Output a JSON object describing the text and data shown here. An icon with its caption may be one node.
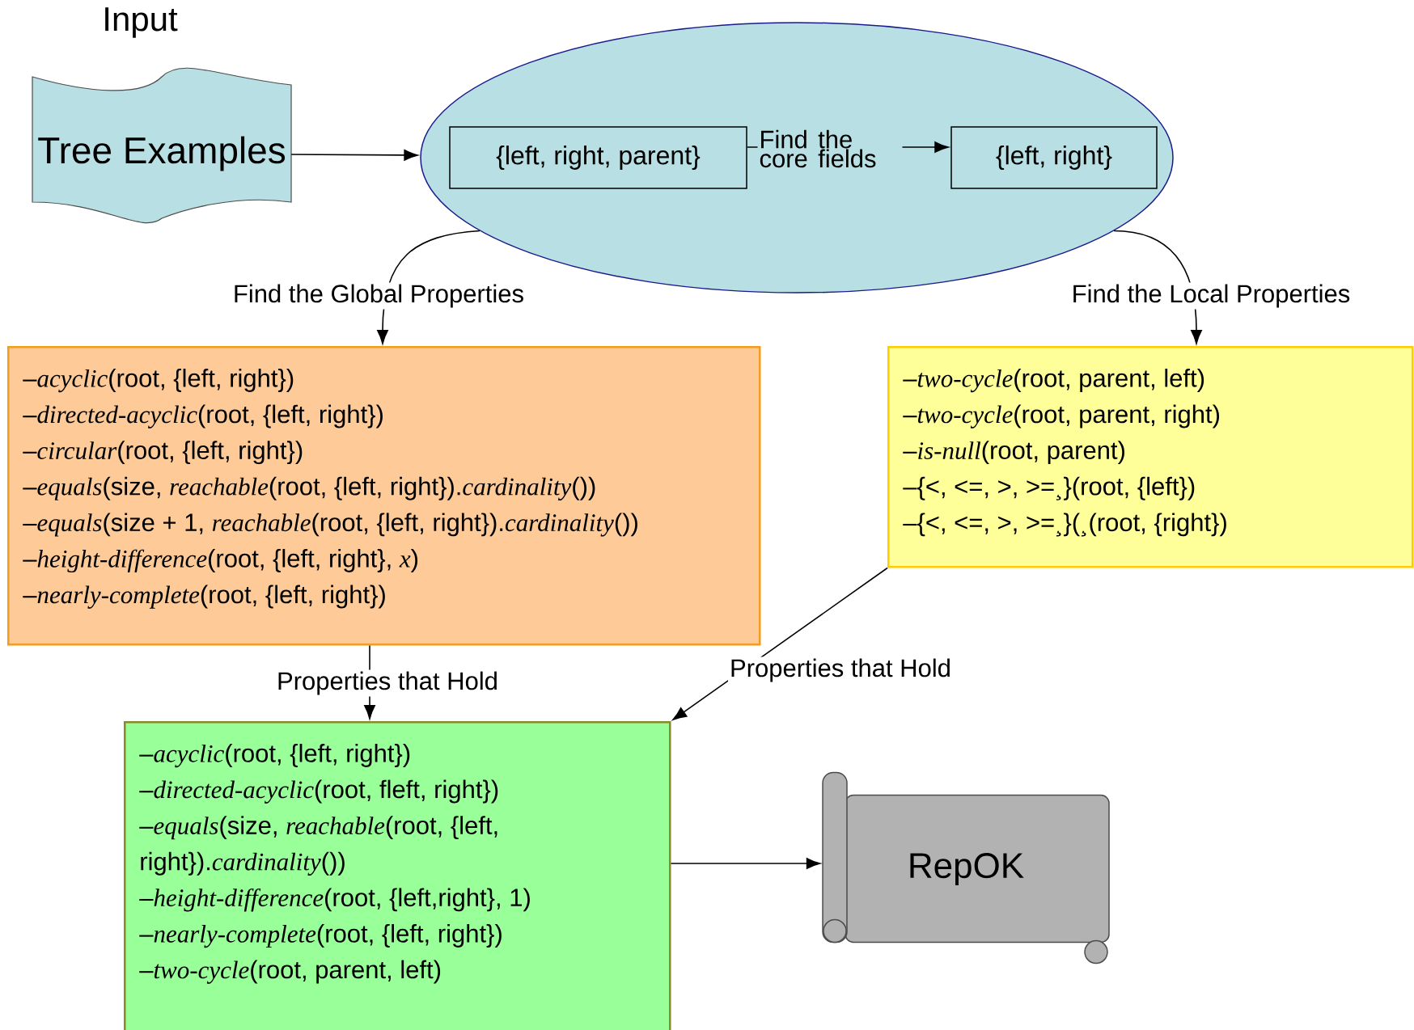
{
  "diagram": {
    "nodes": [
      {
        "text": [
          "Input",
          "Tree Examples"
        ]
      },
      {
        "text": [],
        "shape": "ellipse"
      },
      {
        "text": [
          "{left, right, parent}"
        ],
        "in": 1
      },
      {
        "text": [
          "{left, right}"
        ],
        "in": 1
      },
      {
        "text": [
          "–*acyclic*(root, {left, right})",
          "–*directed-acyclic*(root, {left, right})",
          "–*circular*(root, {left, right})",
          "–*equals*(size, *reachable*(root, {left, right}).*cardinality*())",
          "–*equals*(size + 1, *reachable*(root, {left, right}).*cardinality*())",
          "–*height-difference*(root, {left, right}, *x*)",
          "–*nearly-complete*(root, {left, right})"
        ]
      },
      {
        "text": [
          "–*two-cycle*(root, parent, left)",
          "–*two-cycle*(root, parent, right)",
          "–*is-null*(root, parent)",
          "–{<, <=, >, >=¸}(root, {left})",
          "–{<, <=, >, >=¸}(¸(root, {right})"
        ]
      },
      {
        "text": [
          "–*acyclic*(root, {left, right})",
          "–*directed-acyclic*(root, fleft, right})",
          "–*equals*(size, *reachable*(root, {left, right}).*cardinality*())",
          "–*height-difference*(root, {left,right}, 1)",
          "–*nearly-complete*(root, {left, right})",
          "–*two-cycle*(root, parent, left)"
        ]
      },
      {
        "text": [
          "RepOK"
        ]
      }
    ],
    "edges": [
      {
        "from": 0,
        "to": 1,
        "arrow": "to"
      },
      {
        "from": 2,
        "to": 3,
        "arrow": "to",
        "label": "Find the core fields"
      },
      {
        "from": 1,
        "to": 4,
        "arrow": "to",
        "label": "Find the Global Properties"
      },
      {
        "from": 1,
        "to": 5,
        "arrow": "to",
        "label": "Find the Local Properties"
      },
      {
        "from": 4,
        "to": 6,
        "arrow": "to",
        "label": "Properties that Hold"
      },
      {
        "from": 5,
        "to": 6,
        "arrow": "to",
        "label": "Properties that Hold"
      },
      {
        "from": 6,
        "to": 7,
        "arrow": "to"
      }
    ]
  }
}
